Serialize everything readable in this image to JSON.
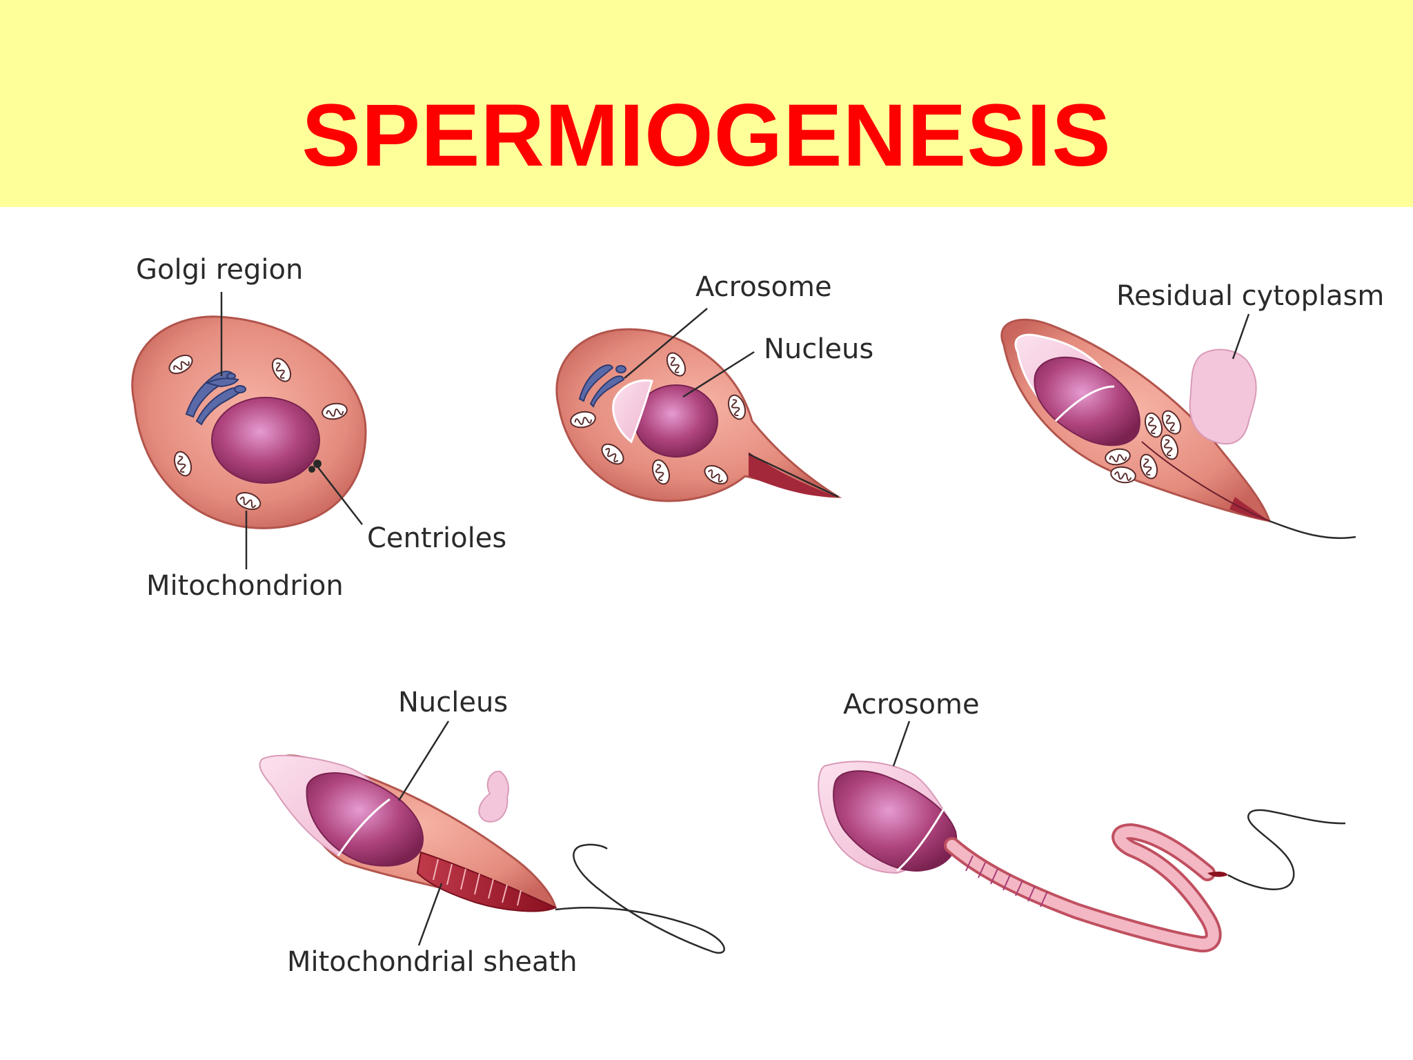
{
  "title": "SPERMIOGENESIS",
  "colors": {
    "banner": "#ffff99",
    "title": "#ff0000",
    "cytoplasm": "#e0897a",
    "nucleus": "#a83a78",
    "acrosome": "#f3c6dc",
    "golgi": "#5a6aa8",
    "midpiece": "#9e1b2a"
  },
  "labels": {
    "golgi_region": "Golgi region",
    "mitochondrion": "Mitochondrion",
    "centrioles": "Centrioles",
    "acrosome_1": "Acrosome",
    "nucleus_1": "Nucleus",
    "residual_cytoplasm": "Residual cytoplasm",
    "nucleus_2": "Nucleus",
    "mitochondrial_sheath": "Mitochondrial sheath",
    "acrosome_2": "Acrosome"
  }
}
